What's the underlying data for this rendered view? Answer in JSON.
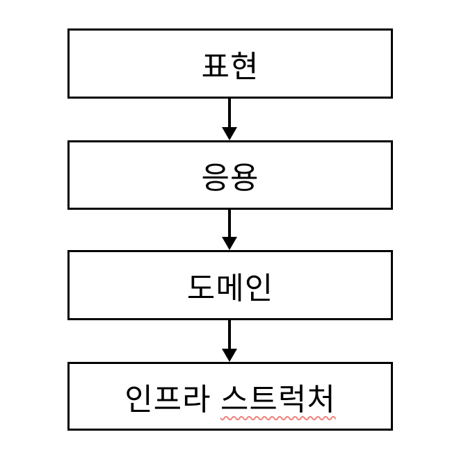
{
  "diagram": {
    "type": "flowchart",
    "background_color": "#ffffff",
    "box_border_color": "#000000",
    "box_fill_color": "#ffffff",
    "text_color": "#000000",
    "arrow_color": "#000000",
    "spellcheck_underline_color": "#ef827b",
    "nodes": [
      {
        "id": "presentation",
        "label": "표현"
      },
      {
        "id": "application",
        "label": "응용"
      },
      {
        "id": "domain",
        "label": "도메인"
      },
      {
        "id": "infrastructure",
        "label_normal": "인프라 ",
        "label_misspelled": "스트럭처"
      }
    ],
    "edges": [
      {
        "from": "presentation",
        "to": "application"
      },
      {
        "from": "application",
        "to": "domain"
      },
      {
        "from": "domain",
        "to": "infrastructure"
      }
    ]
  }
}
